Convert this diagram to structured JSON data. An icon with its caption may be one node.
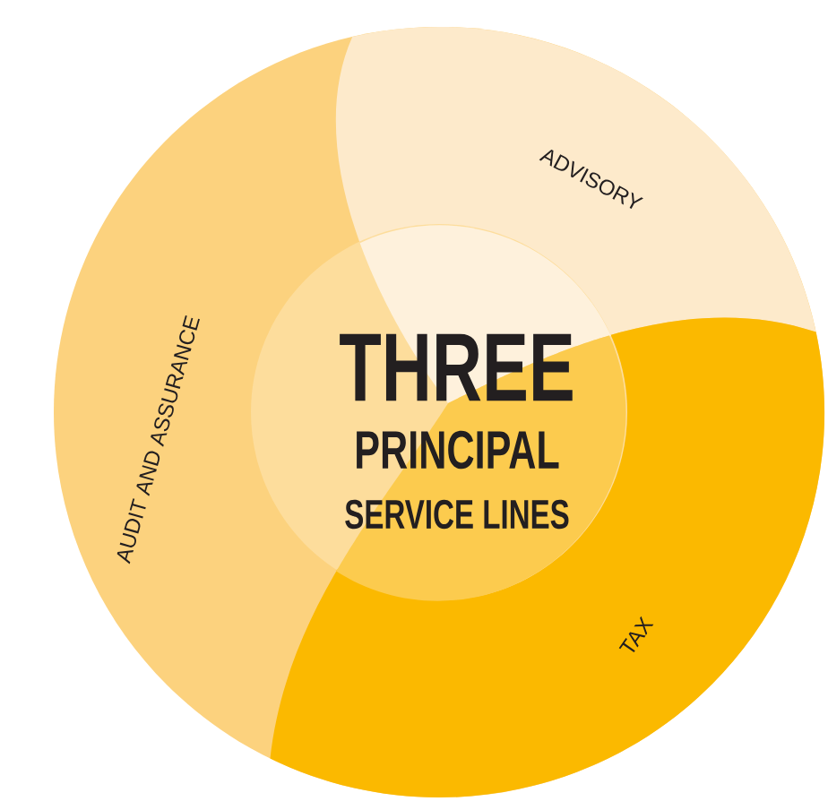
{
  "diagram": {
    "nodes": [
      {
        "text": [
          "ADVISORY"
        ]
      },
      {
        "text": [
          "AUDIT AND ASSURANCE"
        ]
      },
      {
        "text": [
          "TAX"
        ]
      },
      {
        "text": [
          "THREE",
          "PRINCIPAL",
          "SERVICE LINES"
        ]
      }
    ]
  }
}
